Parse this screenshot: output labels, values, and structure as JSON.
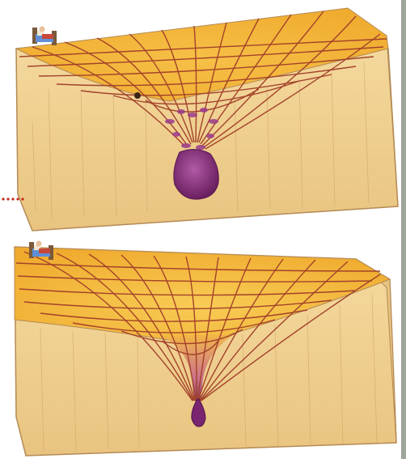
{
  "image": {
    "description_kind": "illustration",
    "panels": [
      {
        "id": "top",
        "subject": "wooden-block-with-curved-spacetime-grid",
        "feature": "collapsing-cloud-of-matter",
        "bed_icon": "bed-with-sleeper-icon",
        "trajectory": "dotted-arrow"
      },
      {
        "id": "bottom",
        "subject": "wooden-block-with-curved-spacetime-grid",
        "feature": "deep-funnel-with-droplet",
        "bed_icon": "bed-with-sleeper-icon"
      }
    ],
    "colors": {
      "wood_light": "#f6dfa5",
      "wood_mid": "#e8c37d",
      "wood_grain": "#c99a5a",
      "grid_top": "#f3b233",
      "grid_line": "#a3422a",
      "matter": "#9b3b8b",
      "matter_dark": "#6a1f5f",
      "dotted_arrow": "#c22a1a",
      "bed_blue": "#5f8fd6",
      "bed_red": "#c8473b"
    }
  }
}
